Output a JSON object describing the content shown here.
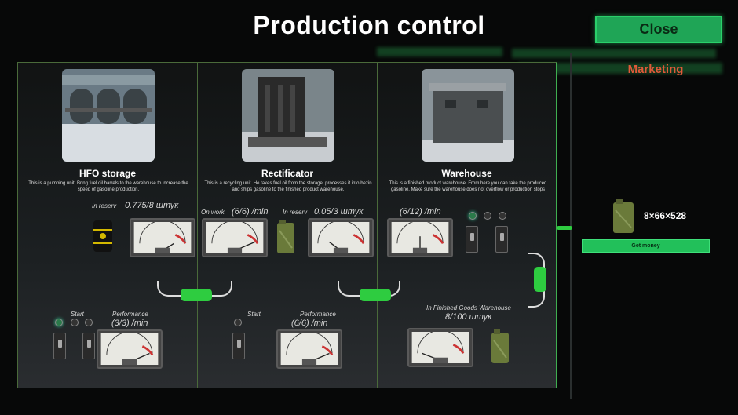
{
  "title": "Production control",
  "close_label": "Close",
  "marketing_label": "Marketing",
  "money": {
    "value": "8×66×528",
    "button": "Get money"
  },
  "panels": {
    "hfo": {
      "name": "HFO storage",
      "desc": "This is a pumping unit. Bring fuel oil barrels to the warehouse to increase the speed of gasoline production.",
      "reserve_label": "In reserv",
      "reserve_value": "0.775/8 штук",
      "start_label": "Start",
      "performance_label": "Performance",
      "performance_value": "(3/3) /min"
    },
    "rect": {
      "name": "Rectificator",
      "desc": "This is a recycling unit. He takes fuel oil from the storage, processes it into bezin and ships gasoline to the finished product warehouse.",
      "onwork_label": "On work",
      "onwork_value": "(6/6) /min",
      "reserve_label": "In reserv",
      "reserve_value": "0.05/3 штук",
      "start_label": "Start",
      "performance_label": "Performance",
      "performance_value": "(6/6) /min"
    },
    "wh": {
      "name": "Warehouse",
      "desc": "This is a finished product warehouse. From here you can take the produced gasoline. Make sure the warehouse does not overflow or production stops",
      "rate_value": "(6/12) /min",
      "finished_label": "In Finished Goods Warehouse",
      "finished_value": "8/100 штук"
    }
  },
  "colors": {
    "accent_green": "#22c05a",
    "marketing_red": "#e05a3a",
    "panel_border": "#4a6a3a"
  }
}
